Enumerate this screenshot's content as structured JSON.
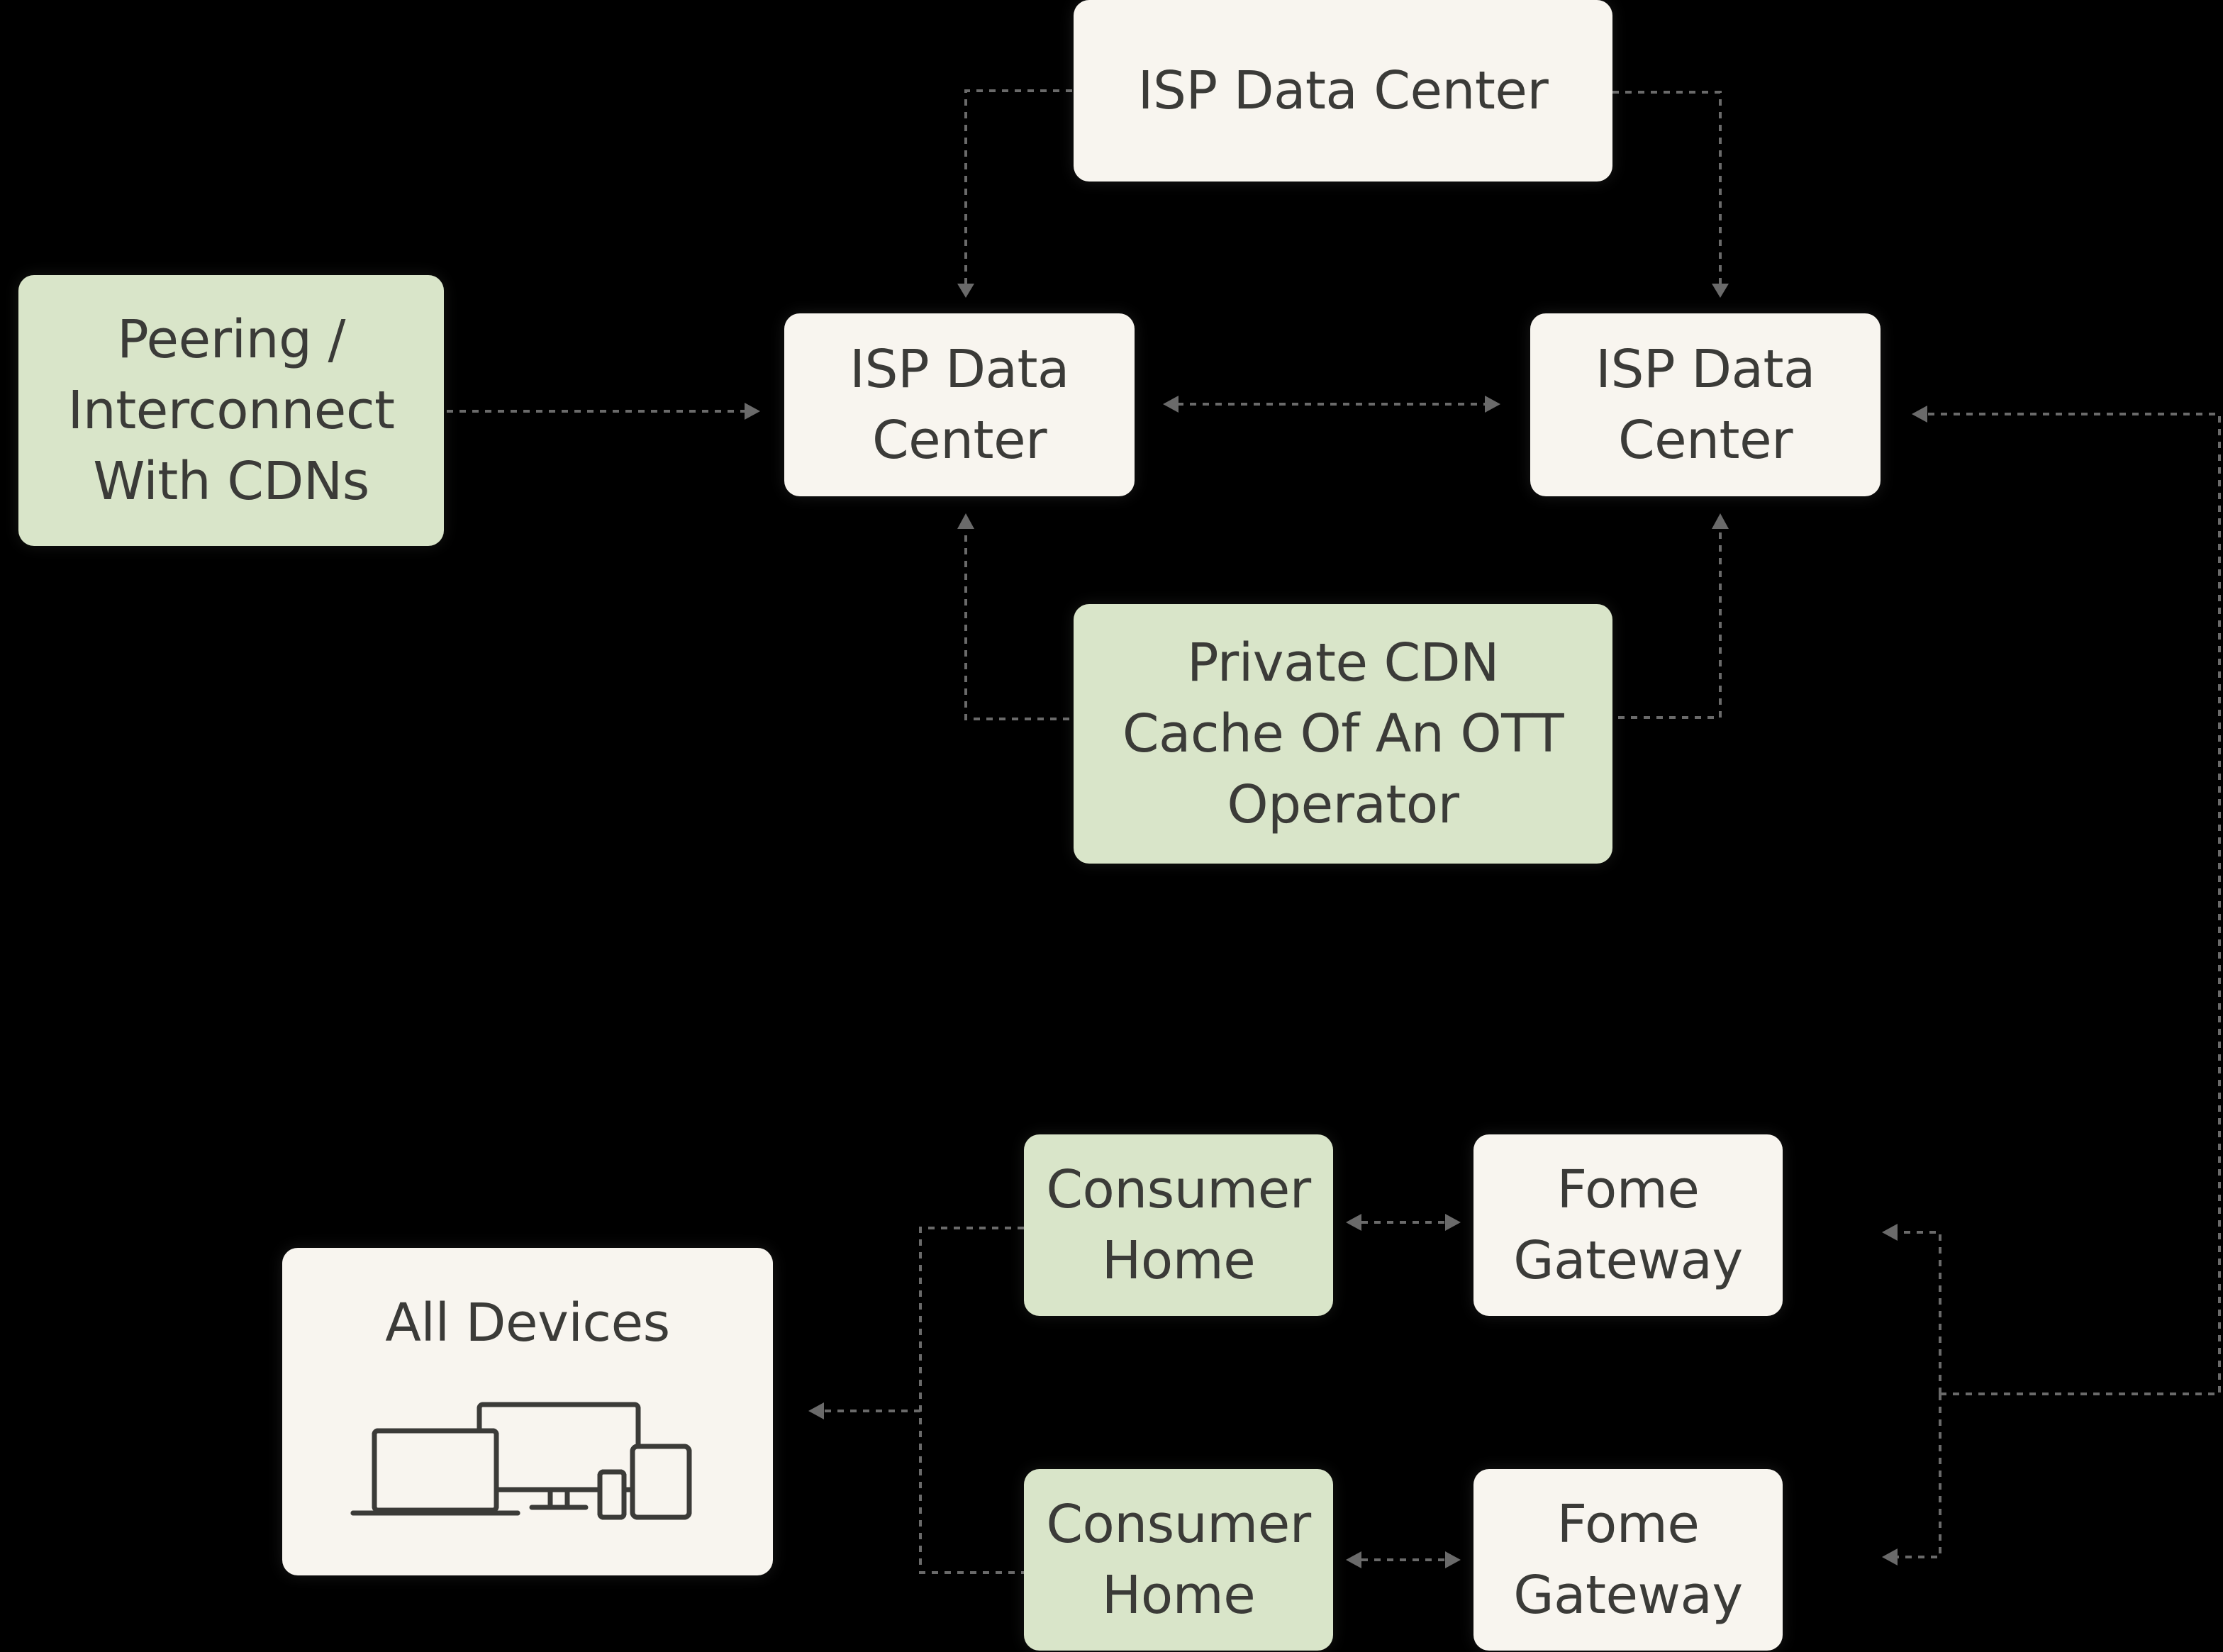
{
  "diagram": {
    "nodes": {
      "isp_top": {
        "lines": [
          "ISP Data Center"
        ]
      },
      "isp_left": {
        "lines": [
          "ISP Data",
          "Center"
        ]
      },
      "isp_right": {
        "lines": [
          "ISP Data",
          "Center"
        ]
      },
      "peering": {
        "lines": [
          "Peering /",
          "Interconnect",
          "With CDNs"
        ]
      },
      "private_cdn": {
        "lines": [
          "Private CDN",
          "Cache Of An OTT",
          "Operator"
        ]
      },
      "consumer_home_1": {
        "lines": [
          "Consumer",
          "Home"
        ]
      },
      "consumer_home_2": {
        "lines": [
          "Consumer",
          "Home"
        ]
      },
      "fome_gateway_1": {
        "lines": [
          "Fome",
          "Gateway"
        ]
      },
      "fome_gateway_2": {
        "lines": [
          "Fome",
          "Gateway"
        ]
      },
      "all_devices": {
        "lines": [
          "All Devices"
        ],
        "icon": "devices-icon"
      }
    },
    "colors": {
      "background": "#000000",
      "light_node": "#f8f5ef",
      "green_node": "#d9e5c9",
      "text": "#3b3b38",
      "connector": "#6a6a6a"
    }
  }
}
